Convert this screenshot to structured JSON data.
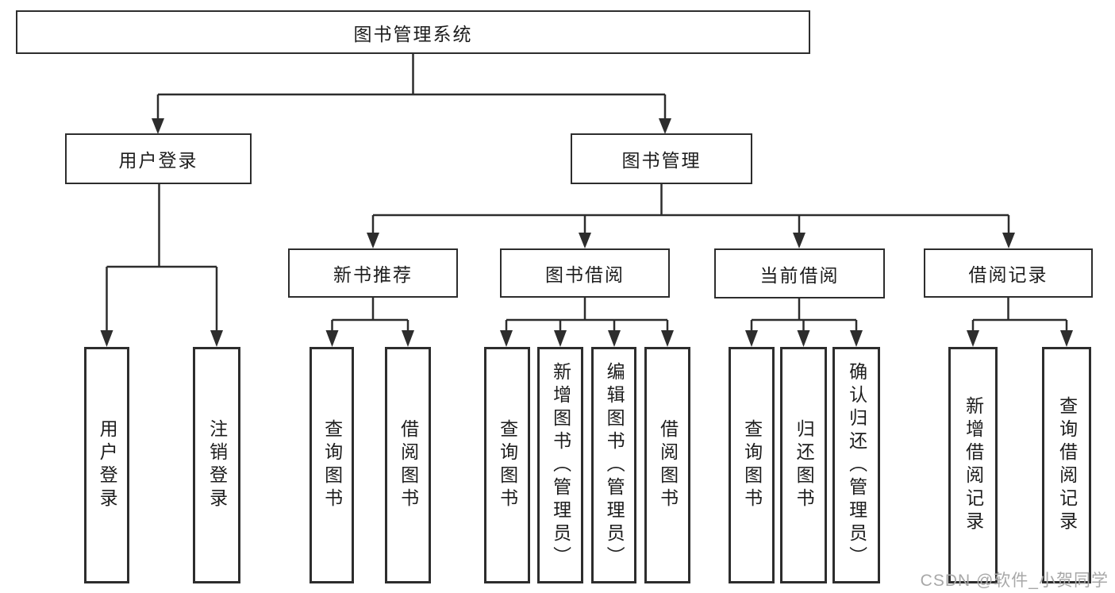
{
  "tree": {
    "root": {
      "label": "图书管理系统"
    },
    "login": {
      "label": "用户登录",
      "children": [
        "用户登录",
        "注销登录"
      ]
    },
    "mgmt": {
      "label": "图书管理"
    },
    "newbook": {
      "label": "新书推荐",
      "children": [
        "查询图书",
        "借阅图书"
      ]
    },
    "borrow": {
      "label": "图书借阅",
      "children": [
        "查询图书",
        "新增图书（管理员）",
        "编辑图书（管理员）",
        "借阅图书"
      ]
    },
    "current": {
      "label": "当前借阅",
      "children": [
        "查询图书",
        "归还图书",
        "确认归还（管理员）"
      ]
    },
    "records": {
      "label": "借阅记录",
      "children": [
        "新增借阅记录",
        "查询借阅记录"
      ]
    }
  },
  "watermark": "CSDN @软件_小贺同学",
  "colors": {
    "line": "#2d2d2d",
    "text": "#1d1d1d",
    "watermark": "#a8a8a8",
    "background": "#ffffff"
  }
}
